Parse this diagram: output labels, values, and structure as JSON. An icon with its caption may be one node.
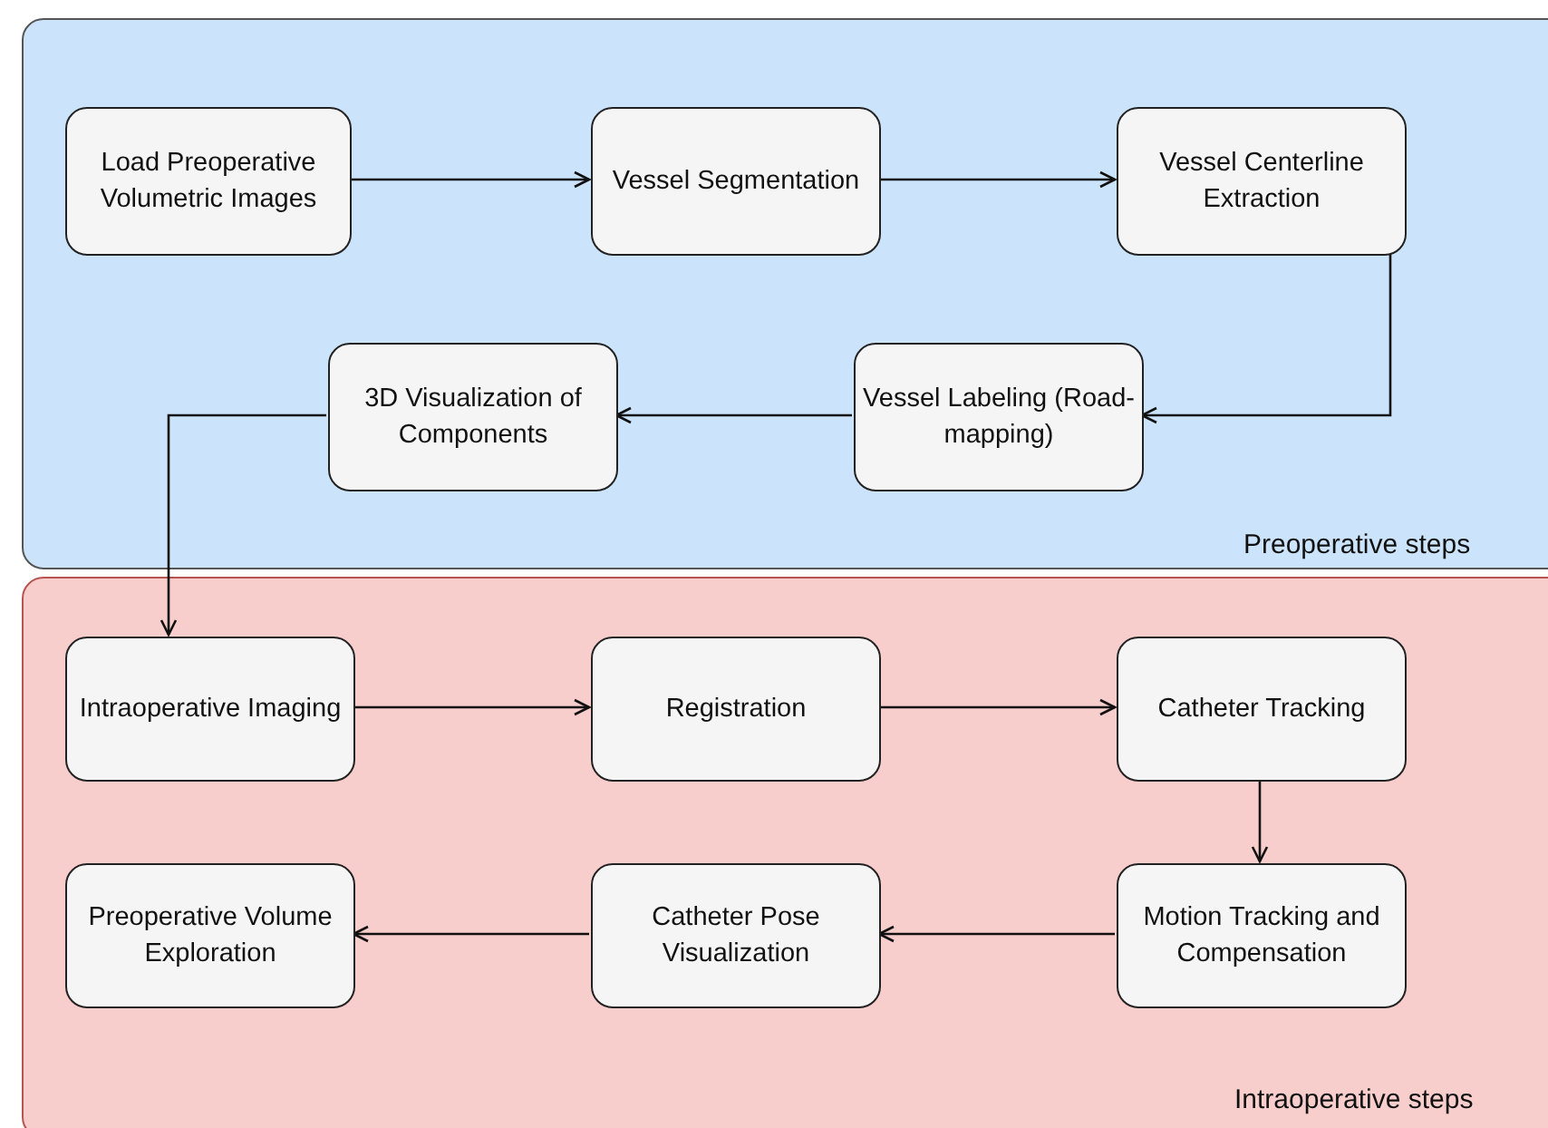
{
  "diagram": {
    "nodes": [
      {
        "text": [
          "Preoperative steps"
        ]
      },
      {
        "text": [
          "Load Preoperative Volumetric Images"
        ],
        "in": 0
      },
      {
        "text": [
          "Vessel Segmentation"
        ],
        "in": 0
      },
      {
        "text": [
          "Vessel Centerline Extraction"
        ],
        "in": 0
      },
      {
        "text": [
          "Vessel Labeling (Road-mapping)"
        ],
        "in": 0
      },
      {
        "text": [
          "3D Visualization of Components"
        ],
        "in": 0
      },
      {
        "text": [
          "Intraoperative steps"
        ]
      },
      {
        "text": [
          "Intraoperative Imaging"
        ],
        "in": 6
      },
      {
        "text": [
          "Registration"
        ],
        "in": 6
      },
      {
        "text": [
          "Catheter Tracking"
        ],
        "in": 6
      },
      {
        "text": [
          "Motion Tracking and Compensation"
        ],
        "in": 6
      },
      {
        "text": [
          "Catheter Pose Visualization"
        ],
        "in": 6
      },
      {
        "text": [
          "Preoperative Volume Exploration"
        ],
        "in": 6
      }
    ],
    "edges": [
      {
        "from": 1,
        "to": 2,
        "arrow": "to"
      },
      {
        "from": 2,
        "to": 3,
        "arrow": "to"
      },
      {
        "from": 3,
        "to": 4,
        "arrow": "to"
      },
      {
        "from": 4,
        "to": 5,
        "arrow": "to"
      },
      {
        "from": 5,
        "to": 7,
        "arrow": "to"
      },
      {
        "from": 7,
        "to": 8,
        "arrow": "to"
      },
      {
        "from": 8,
        "to": 9,
        "arrow": "to"
      },
      {
        "from": 9,
        "to": 10,
        "arrow": "to"
      },
      {
        "from": 10,
        "to": 11,
        "arrow": "to"
      },
      {
        "from": 11,
        "to": 12,
        "arrow": "to"
      }
    ]
  }
}
